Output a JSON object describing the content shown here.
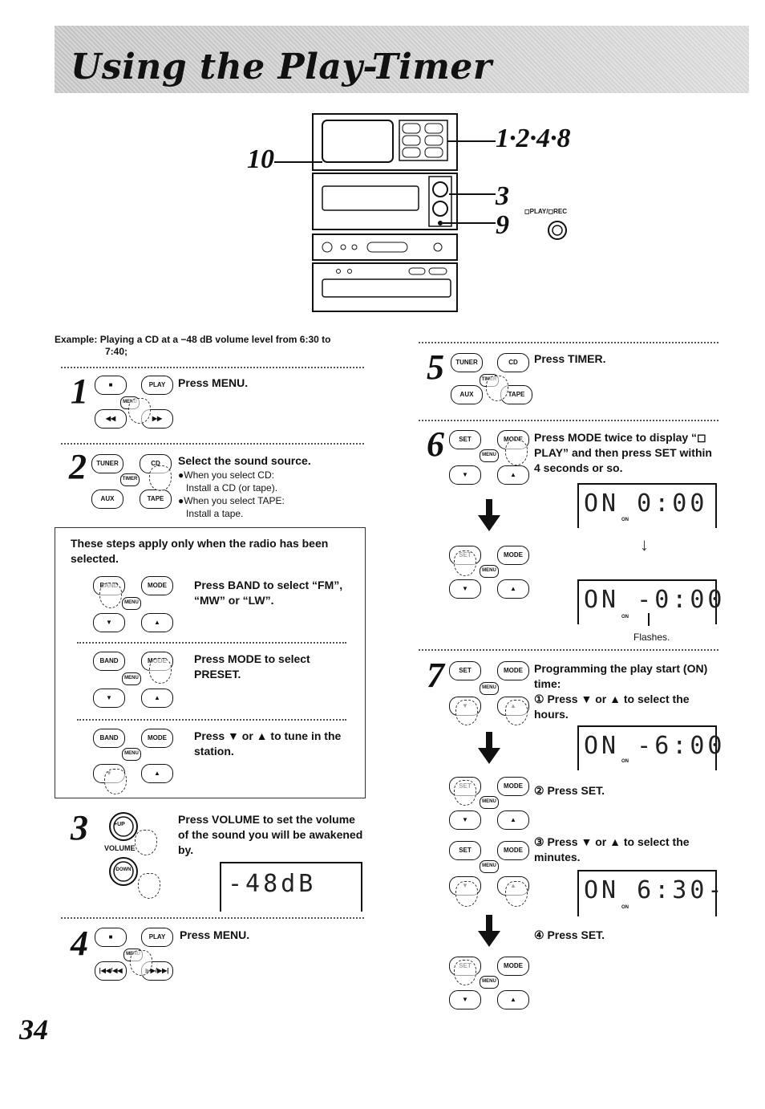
{
  "header": {
    "title": "Using the Play-Timer"
  },
  "callouts": {
    "c10": "10",
    "c1248": "1·2·4·8",
    "c3": "3",
    "c9": "9",
    "play_rec": "◻PLAY/◻REC"
  },
  "example": {
    "label": "Example:",
    "text_line1": "Playing a CD at a −48 dB volume level from 6:30 to",
    "text_line2": "7:40;"
  },
  "steps": {
    "s1": {
      "num": "1",
      "text": "Press MENU."
    },
    "s2": {
      "num": "2",
      "text": "Select the sound source.",
      "note1": "●When you select CD:",
      "note2": "Install a CD (or tape).",
      "note3": "●When you select TAPE:",
      "note4": "Install a tape."
    },
    "radio": {
      "intro": "These steps apply only when the radio has been selected.",
      "a": "Press BAND to select “FM”, “MW” or “LW”.",
      "b": "Press MODE to select PRESET.",
      "c": "Press ▼ or ▲ to tune in the station."
    },
    "s3": {
      "num": "3",
      "text": "Press VOLUME to set the volume of the sound you will be awakened by.",
      "lcd": "-48dB",
      "vol_label": "VOLUME",
      "up": "+UP",
      "down": "−DOWN"
    },
    "s4": {
      "num": "4",
      "text": "Press MENU."
    },
    "s5": {
      "num": "5",
      "text": "Press TIMER."
    },
    "s6": {
      "num": "6",
      "text": "Press MODE twice to display “◻ PLAY” and then press SET within 4 seconds or so.",
      "lcd1": "ON   0:00",
      "lcd2": "ON  -0:00",
      "flashes": "Flashes."
    },
    "s7": {
      "num": "7",
      "text": "Programming the play start (ON) time:",
      "sub1": "① Press ▼ or ▲ to select the hours.",
      "lcd1": "ON  -6:00",
      "sub2": "② Press SET.",
      "sub3": "③ Press ▼ or ▲ to select the minutes.",
      "lcd2": "ON  6:30-",
      "sub4": "④ Press SET."
    }
  },
  "buttons": {
    "stop": "■",
    "play": "PLAY",
    "menu": "MENU",
    "rew": "◀◀",
    "ff": "▶▶",
    "tuner": "TUNER",
    "cd": "CD",
    "timer": "TIMER",
    "aux": "AUX",
    "tape": "TAPE",
    "band": "BAND",
    "mode": "MODE",
    "down": "▼",
    "up": "▲",
    "set": "SET",
    "prev": "|◀◀/◀◀",
    "next": "▶▶/▶▶|",
    "on": "ON"
  },
  "page_number": "34"
}
